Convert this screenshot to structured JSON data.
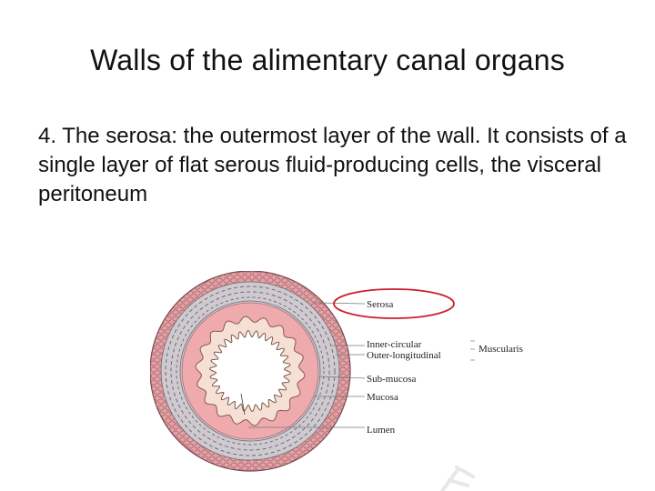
{
  "slide": {
    "title": "Walls of the alimentary canal organs",
    "body": "4. The serosa: the outermost layer of the wall. It consists of a single layer of flat serous fluid-producing cells, the visceral peritoneum"
  },
  "diagram": {
    "labels": {
      "serosa": "Serosa",
      "inner_circular": "Inner-circular",
      "outer_longitudinal": "Outer-longitudinal",
      "muscularis": "Muscularis",
      "sub_mucosa": "Sub-mucosa",
      "mucosa": "Mucosa",
      "lumen": "Lumen"
    },
    "colors": {
      "outer_layer": "#e3a2a6",
      "muscle_band": "#c9c4c9",
      "mucosa_ring": "#efaaae",
      "lining": "#f6dfd4",
      "highlight": "#cc1f2e"
    }
  }
}
